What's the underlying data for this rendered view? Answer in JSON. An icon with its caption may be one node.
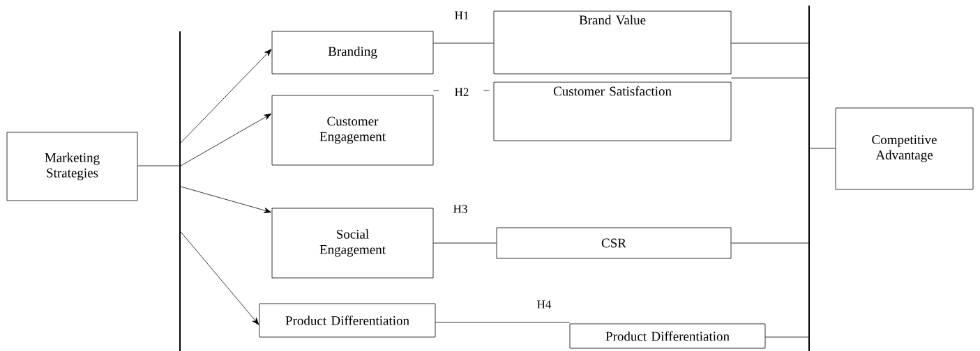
{
  "diagram": {
    "nodes": [
      {
        "text": [
          "Marketing Strategies"
        ]
      },
      {
        "text": [],
        "shape": "bar"
      },
      {
        "text": [
          "Branding"
        ]
      },
      {
        "text": [
          "Customer Engagement"
        ]
      },
      {
        "text": [
          "Social Engagement"
        ]
      },
      {
        "text": [
          "Product Differentiation"
        ]
      },
      {
        "text": [
          "Brand Value"
        ]
      },
      {
        "text": [
          "Customer Satisfaction"
        ]
      },
      {
        "text": [
          "CSR"
        ]
      },
      {
        "text": [
          "Product Differentiation"
        ]
      },
      {
        "text": [],
        "shape": "bar"
      },
      {
        "text": [
          "Competitive Advantage"
        ]
      }
    ],
    "edges": [
      {
        "from": 0,
        "to": 1,
        "arrow": "none"
      },
      {
        "from": 1,
        "to": 2,
        "arrow": "to"
      },
      {
        "from": 1,
        "to": 3,
        "arrow": "to"
      },
      {
        "from": 1,
        "to": 4,
        "arrow": "to"
      },
      {
        "from": 1,
        "to": 5,
        "arrow": "to"
      },
      {
        "from": 2,
        "to": 6,
        "arrow": "none",
        "label": "H1"
      },
      {
        "from": 3,
        "to": 7,
        "arrow": "none",
        "label": "H2",
        "style": "dashed"
      },
      {
        "from": 4,
        "to": 8,
        "arrow": "none",
        "label": "H3"
      },
      {
        "from": 5,
        "to": 9,
        "arrow": "none",
        "label": "H4"
      },
      {
        "from": 6,
        "to": 10,
        "arrow": "none"
      },
      {
        "from": 7,
        "to": 10,
        "arrow": "none"
      },
      {
        "from": 8,
        "to": 10,
        "arrow": "none"
      },
      {
        "from": 9,
        "to": 10,
        "arrow": "none"
      },
      {
        "from": 10,
        "to": 11,
        "arrow": "none"
      }
    ]
  }
}
